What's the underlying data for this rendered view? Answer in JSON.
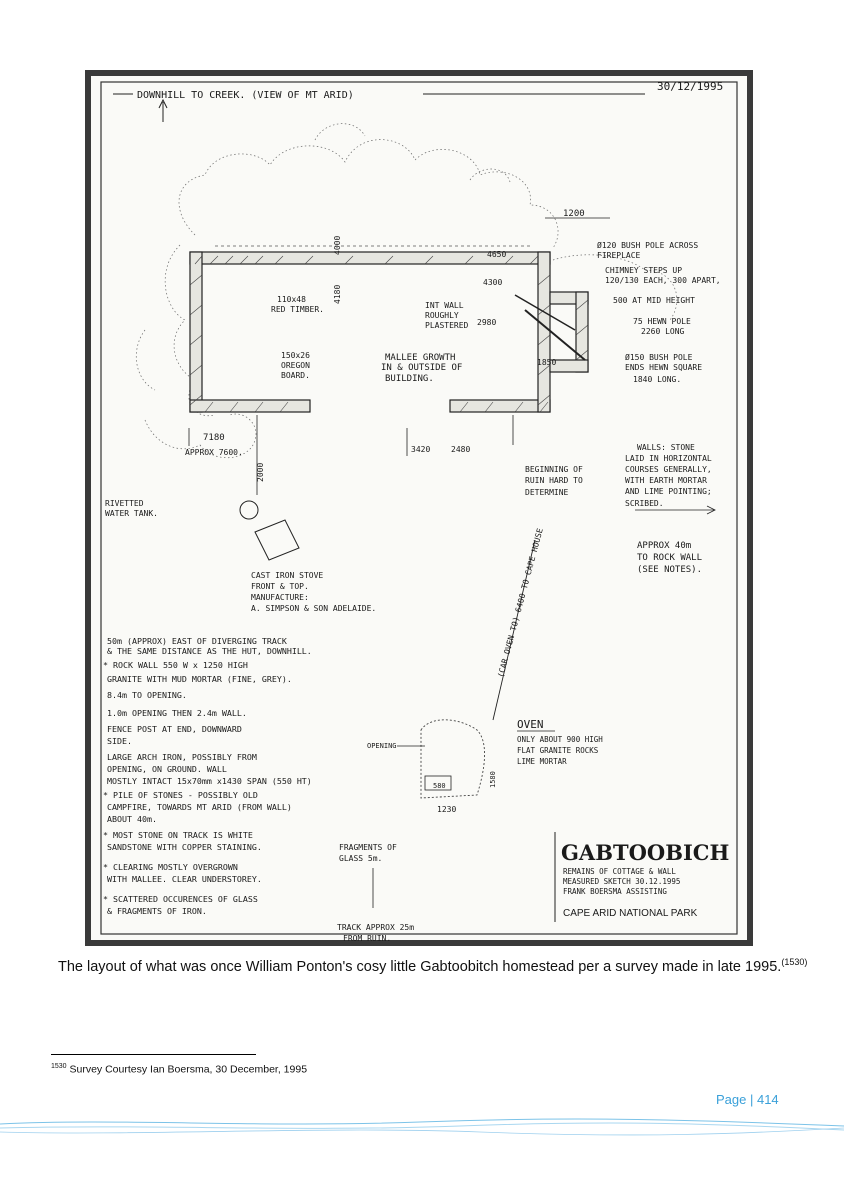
{
  "sketch": {
    "date": "30/12/1995",
    "top_note": "DOWNHILL TO CREEK. (VIEW OF MT ARID)",
    "dim_1200": "1200",
    "pole_note": [
      "Ø120 BUSH POLE ACROSS",
      "FIREPLACE"
    ],
    "chimney_note": [
      "CHIMNEY STEPS UP",
      "120/130 EACH, 300 APART,",
      "500 AT MID HEIGHT"
    ],
    "dim_4650": "4650",
    "dim_4300": "4300",
    "dim_2980": "2980",
    "dim_4180": "4180",
    "dim_4000": "4000",
    "dim_1850": "1850",
    "timber_note": [
      "110x48",
      "RED TIMBER."
    ],
    "plaster_note": [
      "INT WALL",
      "ROUGHLY",
      "PLASTERED"
    ],
    "hewn_pole": [
      "75 HEWN POLE",
      "2260 LONG"
    ],
    "bush_pole": [
      "Ø150 BUSH POLE",
      "ENDS HEWN SQUARE",
      "1840 LONG."
    ],
    "oregon_note": [
      "150x26",
      "OREGON",
      "BOARD."
    ],
    "mallee_note": [
      "MALLEE GROWTH",
      "IN & OUTSIDE OF",
      "BUILDING."
    ],
    "dim_7180": "7180",
    "approx_7600": "APPROX 7600.",
    "dim_3420": "3420",
    "dim_2480": "2480",
    "ruin_note": [
      "BEGINNING OF",
      "RUIN HARD TO",
      "DETERMINE"
    ],
    "walls_note": [
      "WALLS: STONE",
      "LAID IN HORIZONTAL",
      "COURSES GENERALLY,",
      "WITH EARTH MORTAR",
      "AND LIME POINTING;",
      "SCRIBED."
    ],
    "dim_2000": "2000",
    "tank_note": [
      "RIVETTED",
      "WATER TANK."
    ],
    "rock_wall_note": [
      "APPROX 40m",
      "TO ROCK WALL",
      "(SEE NOTES)."
    ],
    "stove_note": [
      "CAST IRON STOVE",
      "FRONT & TOP.",
      "MANUFACTURE:",
      "A. SIMPSON & SON ADELAIDE."
    ],
    "track_note": "(CAR OVEN TO) 6400 TO CAPE HOUSE",
    "notes": [
      "50m (APPROX) EAST OF DIVERGING TRACK",
      "& THE SAME DISTANCE AS THE HUT, DOWNHILL.",
      "* ROCK WALL 550 W x 1250 HIGH",
      "GRANITE WITH MUD MORTAR (FINE, GREY).",
      "8.4m TO OPENING.",
      "1.0m OPENING THEN 2.4m WALL.",
      "FENCE POST AT END, DOWNWARD",
      "SIDE.",
      "LARGE ARCH IRON, POSSIBLY FROM",
      "OPENING, ON GROUND. WALL",
      "MOSTLY INTACT 15x70mm x1430 SPAN (550 HT)",
      "* PILE OF STONES - POSSIBLY OLD",
      "CAMPFIRE, TOWARDS MT ARID (FROM WALL)",
      "ABOUT 40m.",
      "* MOST STONE ON TRACK IS WHITE",
      "SANDSTONE WITH COPPER STAINING.",
      "* CLEARING MOSTLY OVERGROWN",
      "WITH MALLEE. CLEAR UNDERSTOREY.",
      "* SCATTERED OCCURENCES OF GLASS",
      "& FRAGMENTS OF IRON."
    ],
    "oven_title": "OVEN",
    "oven_note": [
      "ONLY ABOUT 900 HIGH",
      "FLAT GRANITE ROCKS",
      "LIME MORTAR"
    ],
    "opening_label": "OPENING",
    "dim_580": "580",
    "dim_1580": "1580",
    "dim_1230": "1230",
    "glass_note": [
      "FRAGMENTS OF",
      "GLASS 5m."
    ],
    "track_from_ruin": [
      "TRACK APPROX 25m",
      "FROM RUIN."
    ],
    "title": "GABTOOBICH",
    "subtitle": [
      "REMAINS OF COTTAGE & WALL",
      "MEASURED SKETCH 30.12.1995",
      "FRANK BOERSMA ASSISTING"
    ],
    "park": "CAPE ARID NATIONAL PARK"
  },
  "caption": {
    "text": "The layout of what was once William Ponton's cosy little Gabtoobitch homestead per a survey made in late 1995.",
    "ref": "(1530)"
  },
  "footnote": {
    "num": "1530",
    "text": " Survey Courtesy Ian Boersma, 30 December, 1995"
  },
  "page": {
    "label": "Page | 414"
  },
  "colors": {
    "accent": "#3aa0d9",
    "ink": "#1a1a1a",
    "paper": "#fafaf7",
    "frame": "#2a2a2a"
  }
}
